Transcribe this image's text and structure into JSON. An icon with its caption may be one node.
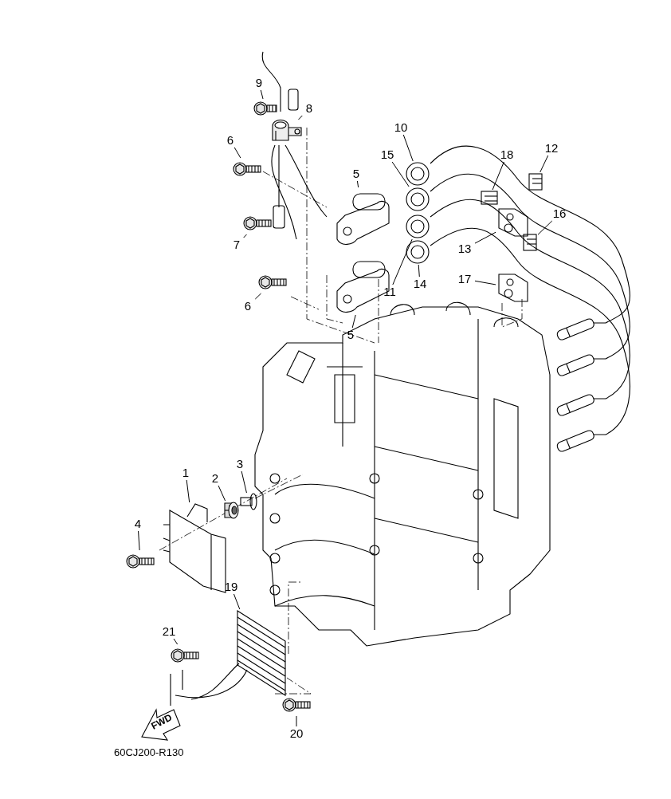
{
  "diagram": {
    "nodes": [
      {
        "text": [
          "1"
        ]
      },
      {
        "text": [],
        "shape": "picture"
      },
      {
        "text": [
          "2"
        ]
      },
      {
        "text": [],
        "shape": "picture"
      },
      {
        "text": [
          "3"
        ]
      },
      {
        "text": [],
        "shape": "picture"
      },
      {
        "text": [
          "4"
        ]
      },
      {
        "text": [],
        "shape": "picture"
      },
      {
        "text": [
          "5"
        ]
      },
      {
        "text": [],
        "shape": "picture"
      },
      {
        "text": [
          "5"
        ]
      },
      {
        "text": [],
        "shape": "picture"
      },
      {
        "text": [
          "6"
        ]
      },
      {
        "text": [],
        "shape": "picture"
      },
      {
        "text": [
          "6"
        ]
      },
      {
        "text": [],
        "shape": "picture"
      },
      {
        "text": [
          "7"
        ]
      },
      {
        "text": [],
        "shape": "picture"
      },
      {
        "text": [
          "8"
        ]
      },
      {
        "text": [],
        "shape": "picture"
      },
      {
        "text": [
          "9"
        ]
      },
      {
        "text": [],
        "shape": "picture"
      },
      {
        "text": [
          "10"
        ]
      },
      {
        "text": [],
        "shape": "picture"
      },
      {
        "text": [
          "11"
        ]
      },
      {
        "text": [],
        "shape": "picture"
      },
      {
        "text": [
          "12"
        ]
      },
      {
        "text": [],
        "shape": "picture"
      },
      {
        "text": [
          "13"
        ]
      },
      {
        "text": [],
        "shape": "picture"
      },
      {
        "text": [
          "14"
        ]
      },
      {
        "text": [],
        "shape": "picture"
      },
      {
        "text": [
          "15"
        ]
      },
      {
        "text": [],
        "shape": "picture"
      },
      {
        "text": [
          "16"
        ]
      },
      {
        "text": [],
        "shape": "picture"
      },
      {
        "text": [
          "17"
        ]
      },
      {
        "text": [],
        "shape": "picture"
      },
      {
        "text": [
          "18"
        ]
      },
      {
        "text": [],
        "shape": "picture"
      },
      {
        "text": [
          "19"
        ]
      },
      {
        "text": [],
        "shape": "picture"
      },
      {
        "text": [
          "20"
        ]
      },
      {
        "text": [],
        "shape": "picture"
      },
      {
        "text": [
          "21"
        ]
      },
      {
        "text": [],
        "shape": "picture"
      }
    ],
    "edges": [
      {
        "from": 0,
        "to": 1,
        "arrow": "none"
      },
      {
        "from": 2,
        "to": 3,
        "arrow": "none"
      },
      {
        "from": 4,
        "to": 5,
        "arrow": "none"
      },
      {
        "from": 6,
        "to": 7,
        "arrow": "none"
      },
      {
        "from": 8,
        "to": 9,
        "arrow": "none"
      },
      {
        "from": 10,
        "to": 11,
        "arrow": "none"
      },
      {
        "from": 12,
        "to": 13,
        "arrow": "none"
      },
      {
        "from": 14,
        "to": 15,
        "arrow": "none"
      },
      {
        "from": 16,
        "to": 17,
        "arrow": "none"
      },
      {
        "from": 18,
        "to": 19,
        "arrow": "none"
      },
      {
        "from": 20,
        "to": 21,
        "arrow": "none"
      },
      {
        "from": 22,
        "to": 23,
        "arrow": "none"
      },
      {
        "from": 24,
        "to": 25,
        "arrow": "none"
      },
      {
        "from": 26,
        "to": 27,
        "arrow": "none"
      },
      {
        "from": 28,
        "to": 29,
        "arrow": "none"
      },
      {
        "from": 30,
        "to": 31,
        "arrow": "none"
      },
      {
        "from": 32,
        "to": 33,
        "arrow": "none"
      },
      {
        "from": 34,
        "to": 35,
        "arrow": "none"
      },
      {
        "from": 36,
        "to": 37,
        "arrow": "none"
      },
      {
        "from": 38,
        "to": 39,
        "arrow": "none"
      },
      {
        "from": 40,
        "to": 41,
        "arrow": "none"
      },
      {
        "from": 42,
        "to": 43,
        "arrow": "none"
      },
      {
        "from": 44,
        "to": 45,
        "arrow": "none"
      }
    ],
    "labels": [
      "FWD",
      "60CJ200-R130"
    ]
  }
}
